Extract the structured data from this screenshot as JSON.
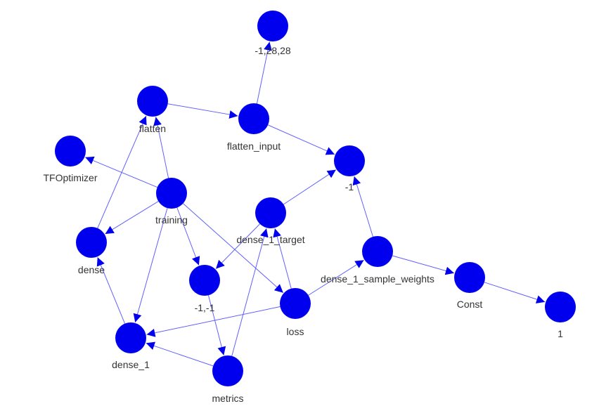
{
  "graph": {
    "node_color": "#0000ee",
    "edge_color": "#6060ff",
    "label_color": "#333333",
    "nodes": [
      {
        "id": "reshape_shape",
        "label": "-1,28,28"
      },
      {
        "id": "flatten",
        "label": "flatten"
      },
      {
        "id": "flatten_input",
        "label": "flatten_input"
      },
      {
        "id": "tfoptimizer",
        "label": "TFOptimizer"
      },
      {
        "id": "minus1",
        "label": "-1"
      },
      {
        "id": "training",
        "label": "training"
      },
      {
        "id": "dense_1_target",
        "label": "dense_1_target"
      },
      {
        "id": "dense",
        "label": "dense"
      },
      {
        "id": "dense_1_sample_weights",
        "label": "dense_1_sample_weights"
      },
      {
        "id": "minus1_minus1",
        "label": "-1,-1"
      },
      {
        "id": "const",
        "label": "Const"
      },
      {
        "id": "loss",
        "label": "loss"
      },
      {
        "id": "one",
        "label": "1"
      },
      {
        "id": "dense_1",
        "label": "dense_1"
      },
      {
        "id": "metrics",
        "label": "metrics"
      }
    ],
    "edges": [
      {
        "from": "flatten_input",
        "to": "reshape_shape"
      },
      {
        "from": "flatten",
        "to": "flatten_input"
      },
      {
        "from": "flatten_input",
        "to": "minus1"
      },
      {
        "from": "training",
        "to": "flatten"
      },
      {
        "from": "dense",
        "to": "flatten"
      },
      {
        "from": "training",
        "to": "tfoptimizer"
      },
      {
        "from": "training",
        "to": "dense"
      },
      {
        "from": "training",
        "to": "dense_1"
      },
      {
        "from": "training",
        "to": "minus1_minus1"
      },
      {
        "from": "training",
        "to": "loss"
      },
      {
        "from": "dense_1_target",
        "to": "minus1"
      },
      {
        "from": "dense_1_target",
        "to": "minus1_minus1"
      },
      {
        "from": "loss",
        "to": "dense_1_target"
      },
      {
        "from": "metrics",
        "to": "dense_1_target"
      },
      {
        "from": "dense_1_sample_weights",
        "to": "minus1"
      },
      {
        "from": "dense_1_sample_weights",
        "to": "const"
      },
      {
        "from": "loss",
        "to": "dense_1_sample_weights"
      },
      {
        "from": "const",
        "to": "one"
      },
      {
        "from": "loss",
        "to": "dense_1"
      },
      {
        "from": "dense_1",
        "to": "dense"
      },
      {
        "from": "metrics",
        "to": "dense_1"
      },
      {
        "from": "minus1_minus1",
        "to": "metrics"
      }
    ]
  }
}
